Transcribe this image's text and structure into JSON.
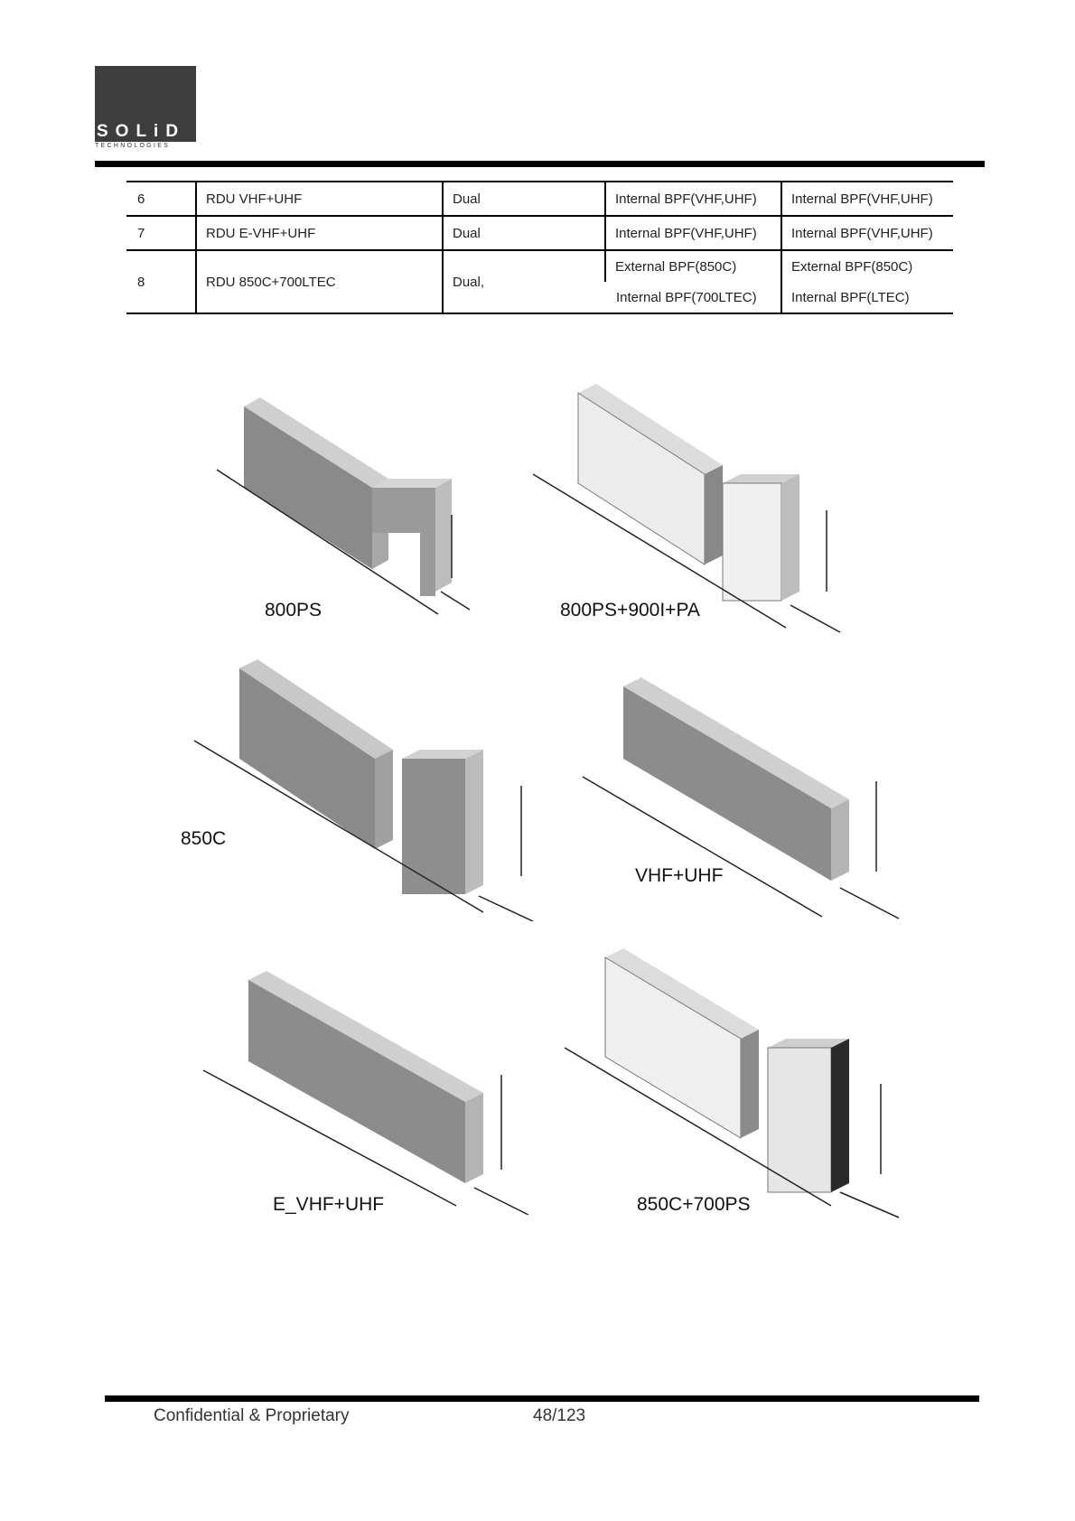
{
  "header": {
    "logo_text": "SOLiD",
    "logo_sub": "TECHNOLOGIES"
  },
  "table": {
    "rows": [
      {
        "no": "6",
        "name": "RDU VHF+UHF",
        "type": "Dual",
        "col4": [
          "Internal BPF(VHF,UHF)"
        ],
        "col5": [
          "Internal BPF(VHF,UHF)"
        ]
      },
      {
        "no": "7",
        "name": "RDU E-VHF+UHF",
        "type": "Dual",
        "col4": [
          "Internal BPF(VHF,UHF)"
        ],
        "col5": [
          "Internal BPF(VHF,UHF)"
        ]
      },
      {
        "no": "8",
        "name": "RDU 850C+700LTEC",
        "type": "Dual,",
        "col4": [
          "External BPF(850C)",
          "Internal BPF(700LTEC)"
        ],
        "col5": [
          "External BPF(850C)",
          "Internal BPF(LTEC)"
        ]
      }
    ]
  },
  "figures": [
    {
      "caption": "800PS"
    },
    {
      "caption": "800PS+900I+PA"
    },
    {
      "caption": "850C"
    },
    {
      "caption": "VHF+UHF"
    },
    {
      "caption": "E_VHF+UHF"
    },
    {
      "caption": "850C+700PS"
    }
  ],
  "footer": {
    "left": "Confidential & Proprietary",
    "page": "48/123"
  }
}
